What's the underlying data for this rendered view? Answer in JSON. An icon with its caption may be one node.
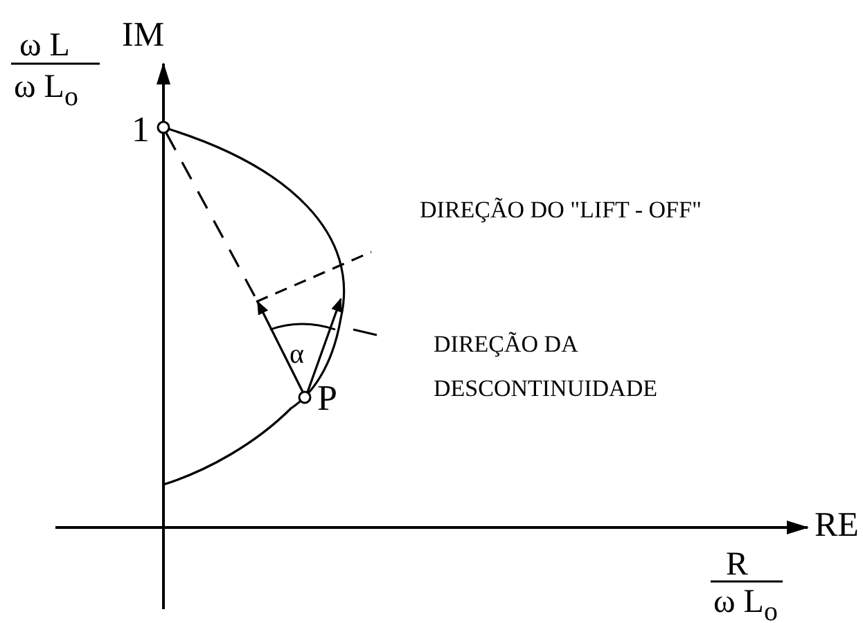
{
  "diagram": {
    "labels": [
      "ω L",
      "ω L$_{o}$",
      "IM",
      "1",
      "DIREÇÃO DO \"LIFT - OFF\"",
      "DIREÇÃO DA DESCONTINUIDADE",
      "α",
      "P",
      "RE",
      "R",
      "ω L$_{o}$"
    ]
  }
}
